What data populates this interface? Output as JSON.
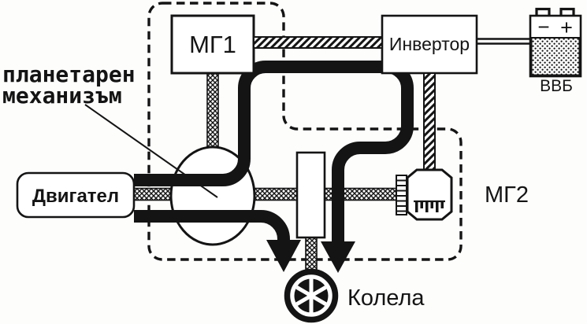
{
  "figure": {
    "type": "hybrid-powertrain-schematic",
    "background": "#fdfdfc",
    "ink": "#141414",
    "labels": {
      "mg1": "МГ1",
      "inverter": "Инвертор",
      "battery": "ВВБ",
      "battery_minus": "−",
      "battery_plus": "+",
      "engine": "Двигател",
      "mg2": "МГ2",
      "wheels": "Колела",
      "planetary_line1": "планетарен",
      "planetary_line2": "механизъм"
    }
  }
}
